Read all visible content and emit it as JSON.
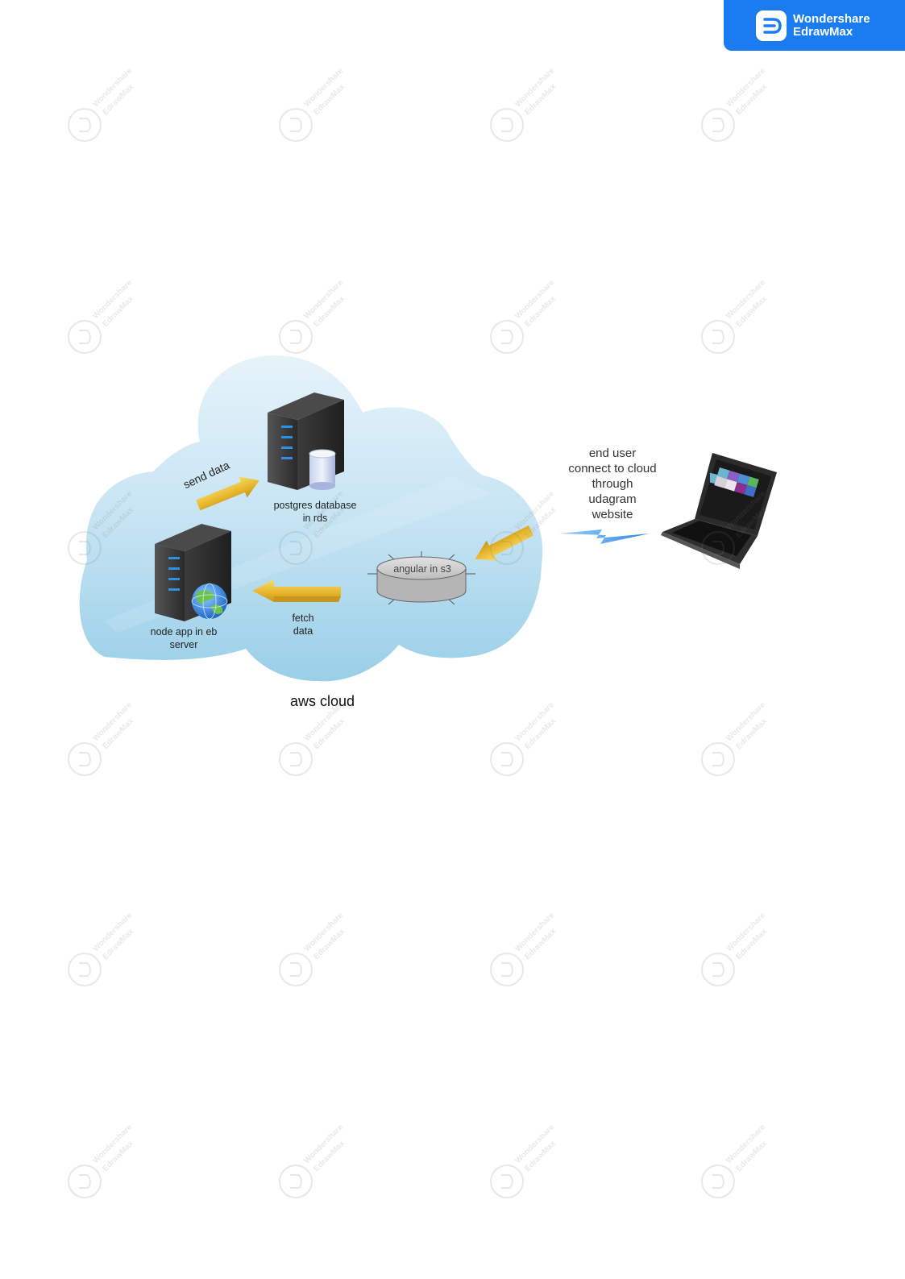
{
  "badge": {
    "line1": "Wondershare",
    "line2": "EdrawMax"
  },
  "watermark": {
    "line1": "Wondershare",
    "line2": "EdrawMax"
  },
  "diagram": {
    "cloud_label": "aws cloud",
    "db_server": {
      "line1": "postgres database",
      "line2": "in rds"
    },
    "node_server": {
      "line1": "node app in eb",
      "line2": "server"
    },
    "angular_node": {
      "label": "angular in s3"
    },
    "send_arrow": {
      "label": "send data"
    },
    "fetch_arrow": {
      "line1": "fetch",
      "line2": "data"
    },
    "end_user": {
      "lines": [
        "end user",
        "connect to cloud",
        "through",
        "udagram",
        "website"
      ]
    }
  },
  "colors": {
    "brand_blue": "#1a7cf0",
    "cloud_light": "#dff0f8",
    "cloud_dark": "#9fd0e8",
    "arrow_gold": "#e8b830",
    "server_dark": "#2a2a2a",
    "server_led": "#2e8fe8"
  }
}
